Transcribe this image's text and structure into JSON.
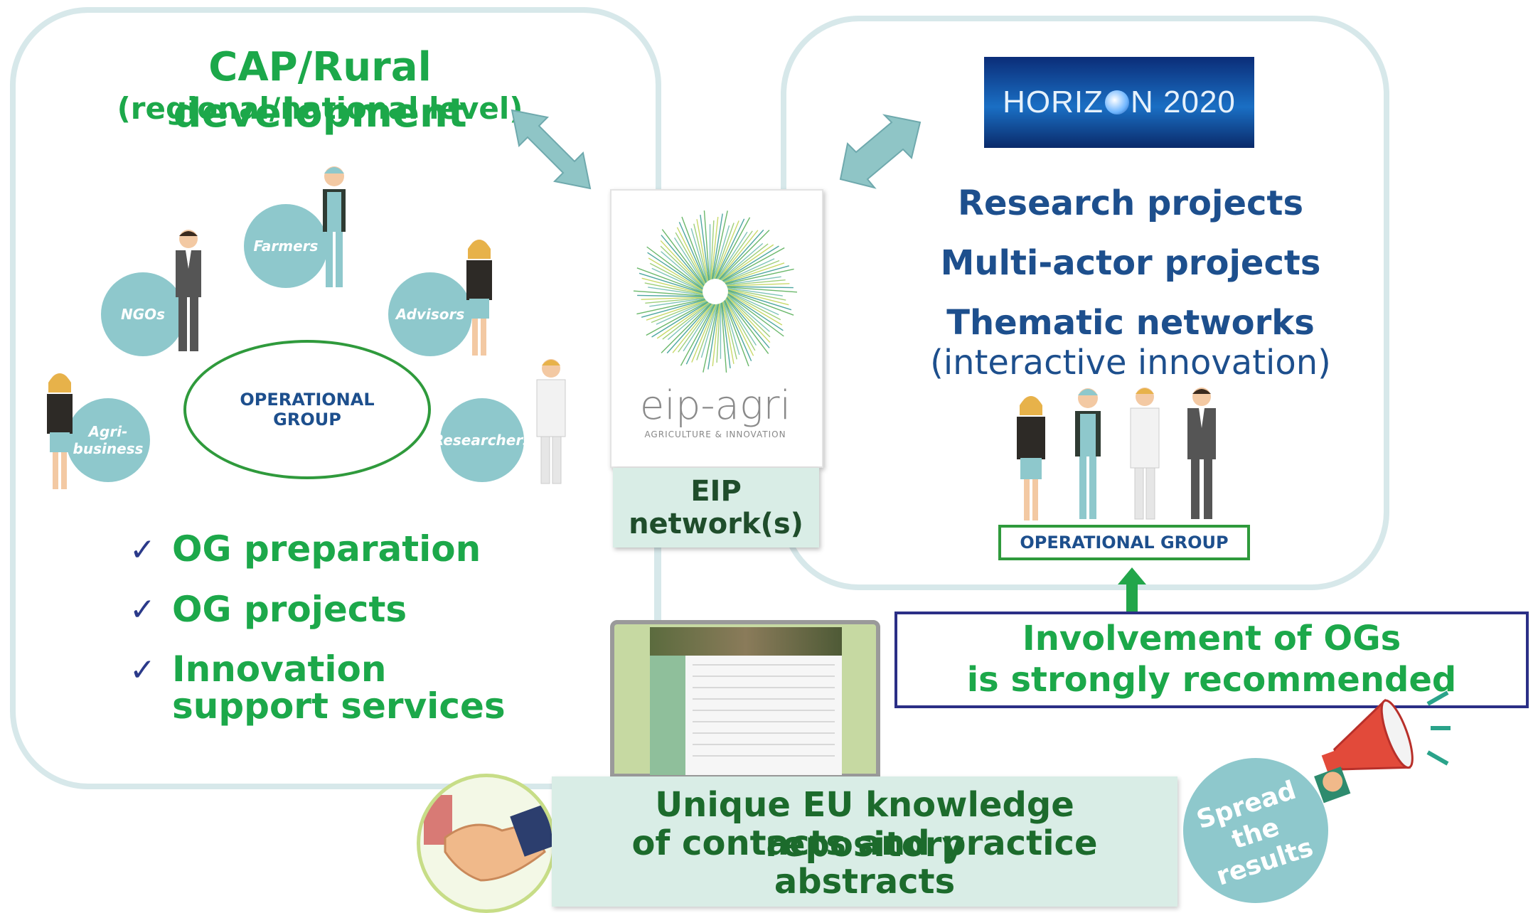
{
  "left_panel": {
    "title": "CAP/Rural development",
    "subtitle": "(regional/national level)",
    "actors": {
      "farmers": "Farmers",
      "ngos": "NGOs",
      "advisors": "Advisors",
      "agribusiness_line1": "Agri-",
      "agribusiness_line2": "business",
      "researchers": "Researchers"
    },
    "og_ellipse_line1": "OPERATIONAL",
    "og_ellipse_line2": "GROUP",
    "checklist": [
      {
        "line1": "OG preparation",
        "line2": ""
      },
      {
        "line1": "OG projects",
        "line2": ""
      },
      {
        "line1": "Innovation",
        "line2": "support services"
      }
    ],
    "check_glyph": "✓"
  },
  "center": {
    "logo_text": "eip-agri",
    "logo_tagline": "AGRICULTURE & INNOVATION",
    "network_line1": "EIP",
    "network_line2": "network(s)"
  },
  "right_panel": {
    "horizon_logo_left": "HORIZ",
    "horizon_logo_right": "N 2020",
    "items": [
      "Research projects",
      "Multi-actor projects",
      "Thematic networks"
    ],
    "items_note": "(interactive innovation)",
    "og_box": "OPERATIONAL GROUP"
  },
  "recommendation": {
    "line1": "Involvement of OGs",
    "line2": "is strongly recommended"
  },
  "repository": {
    "line1": "Unique EU knowledge repository",
    "line2": "of contacts and practice",
    "line3": "abstracts"
  },
  "spread": {
    "line1": "Spread",
    "line2": "the results"
  },
  "colors": {
    "green": "#1ca84a",
    "blue": "#1d4f8d",
    "teal": "#8ec8cc",
    "panel_border": "#d7e8ea",
    "box_fill": "#d9ede6",
    "navy_border": "#2b2f86"
  }
}
